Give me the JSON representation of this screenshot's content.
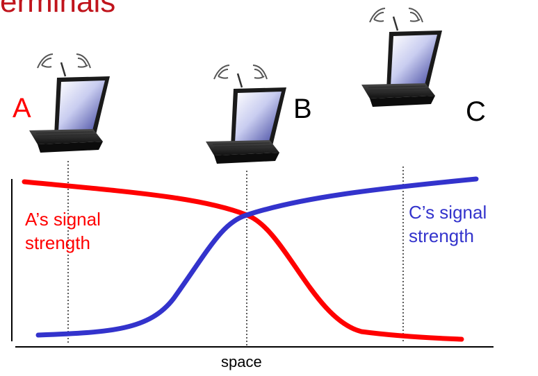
{
  "slide": {
    "title": "erminals",
    "title_color": "#c0141c"
  },
  "nodes": [
    {
      "label": "A",
      "color": "#ff0000",
      "icon": "wireless-laptop-icon"
    },
    {
      "label": "B",
      "color": "#000000",
      "icon": "wireless-laptop-icon"
    },
    {
      "label": "C",
      "color": "#000000",
      "icon": "wireless-laptop-icon"
    }
  ],
  "signals": {
    "a": {
      "line1": "A’s signal",
      "line2": "strength",
      "color": "#ff0000"
    },
    "c": {
      "line1": "C’s signal",
      "line2": "strength",
      "color": "#3333cc"
    }
  },
  "axis": {
    "xlabel": "space"
  }
}
